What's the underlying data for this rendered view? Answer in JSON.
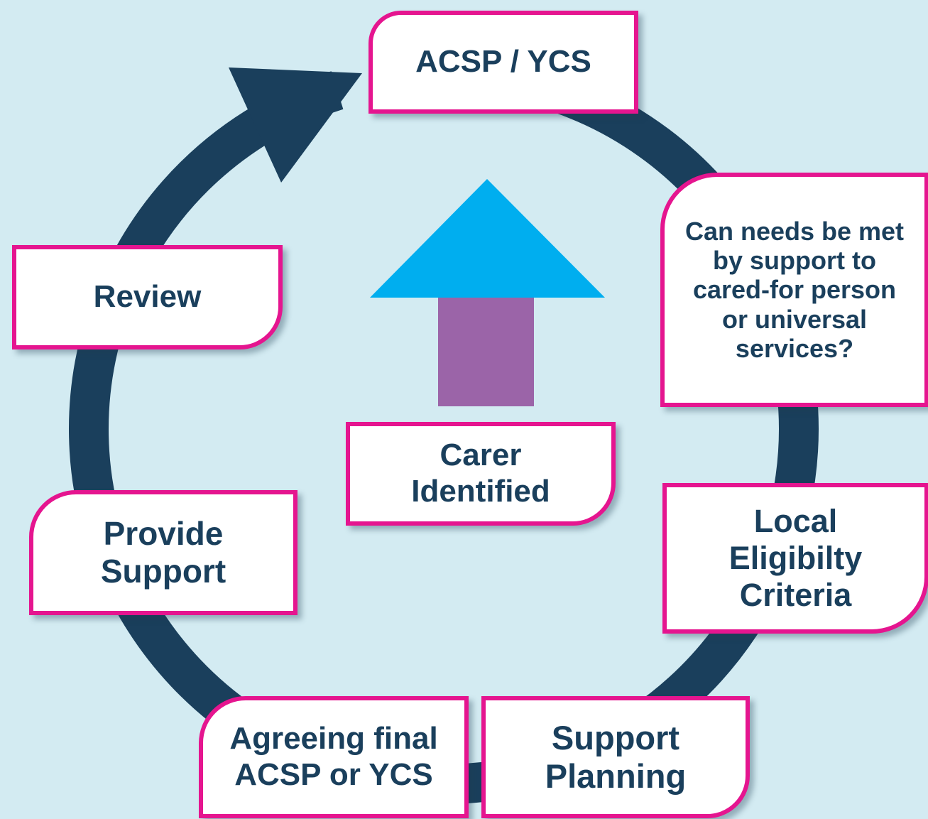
{
  "colors": {
    "background": "#d3ebf2",
    "cycle": "#1a3f5c",
    "box_border": "#e5158f",
    "box_text": "#1a3f5c",
    "arrow_head": "#00aeef",
    "arrow_shaft": "#9b64a8"
  },
  "steps": {
    "acsp_ycs": "ACSP / YCS",
    "can_needs": "Can needs be met\nby support to\ncared-for person\nor universal\nservices?",
    "local_eligibility": "Local\nEligibilty\nCriteria",
    "support_planning": "Support\nPlanning",
    "agreeing_final": "Agreeing final\nACSP or YCS",
    "provide_support": "Provide\nSupport",
    "review": "Review",
    "carer_identified": "Carer\nIdentified"
  }
}
